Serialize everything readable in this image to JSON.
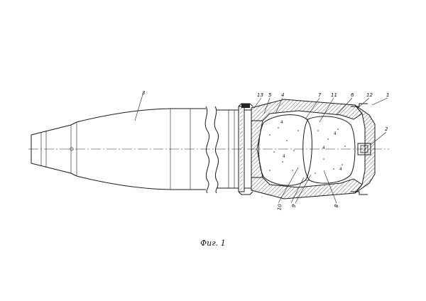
{
  "figure": {
    "caption": "Фиг. 1",
    "labels": [
      {
        "id": "1",
        "text": "1"
      },
      {
        "id": "2",
        "text": "2"
      },
      {
        "id": "3",
        "text": "3"
      },
      {
        "id": "4",
        "text": "4"
      },
      {
        "id": "5",
        "text": "5"
      },
      {
        "id": "6",
        "text": "6"
      },
      {
        "id": "7",
        "text": "7"
      },
      {
        "id": "8",
        "text": "8"
      },
      {
        "id": "9",
        "text": "9"
      },
      {
        "id": "10",
        "text": "10"
      },
      {
        "id": "11",
        "text": "11"
      },
      {
        "id": "12",
        "text": "12"
      },
      {
        "id": "13",
        "text": "13"
      }
    ]
  }
}
